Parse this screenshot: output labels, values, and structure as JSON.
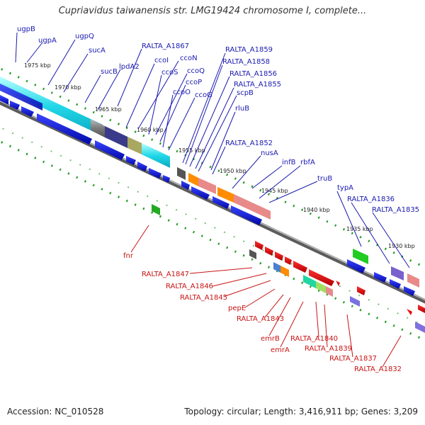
{
  "title": "Cupriavidus taiwanensis str. LMG19424 chromosome I, complete...",
  "footer": {
    "accession": "Accession: NC_010528",
    "summary": "Topology: circular; Length: 3,416,911 bp; Genes: 3,209"
  },
  "ticks": [
    "1975 kbp",
    "1970 kbp",
    "1965 kbp",
    "1960 kbp",
    "1955 kbp",
    "1950 kbp",
    "1945 kbp",
    "1940 kbp",
    "1935 kbp",
    "1930 kbp"
  ],
  "top_labels": [
    "ugpB",
    "ugpA",
    "ugpQ",
    "sucA",
    "sucB",
    "lpdA2",
    "RALTA_A1867",
    "ccoI",
    "ccoN",
    "ccoS",
    "ccoQ",
    "ccoP",
    "ccoO",
    "ccoG",
    "RALTA_A1859",
    "RALTA_A1858",
    "RALTA_A1856",
    "RALTA_A1855",
    "scpB",
    "rluB",
    "RALTA_A1852",
    "nusA",
    "infB",
    "rbfA",
    "truB",
    "typA",
    "RALTA_A1836",
    "RALTA_A1835"
  ],
  "bottom_labels": [
    "fnr",
    "RALTA_A1847",
    "RALTA_A1846",
    "RALTA_A1845",
    "pepE",
    "RALTA_A1843",
    "emrB",
    "emrA",
    "RALTA_A1840",
    "RALTA_A1839",
    "RALTA_A1837",
    "RALTA_A1832"
  ],
  "colors": {
    "label_top": "#1a1ab0",
    "label_bottom": "#c81414",
    "gene_blue": "#0a14d8",
    "gene_red": "#e80a0a",
    "backbone": "#7a7a7a",
    "track_green": "#1c9a1c"
  }
}
